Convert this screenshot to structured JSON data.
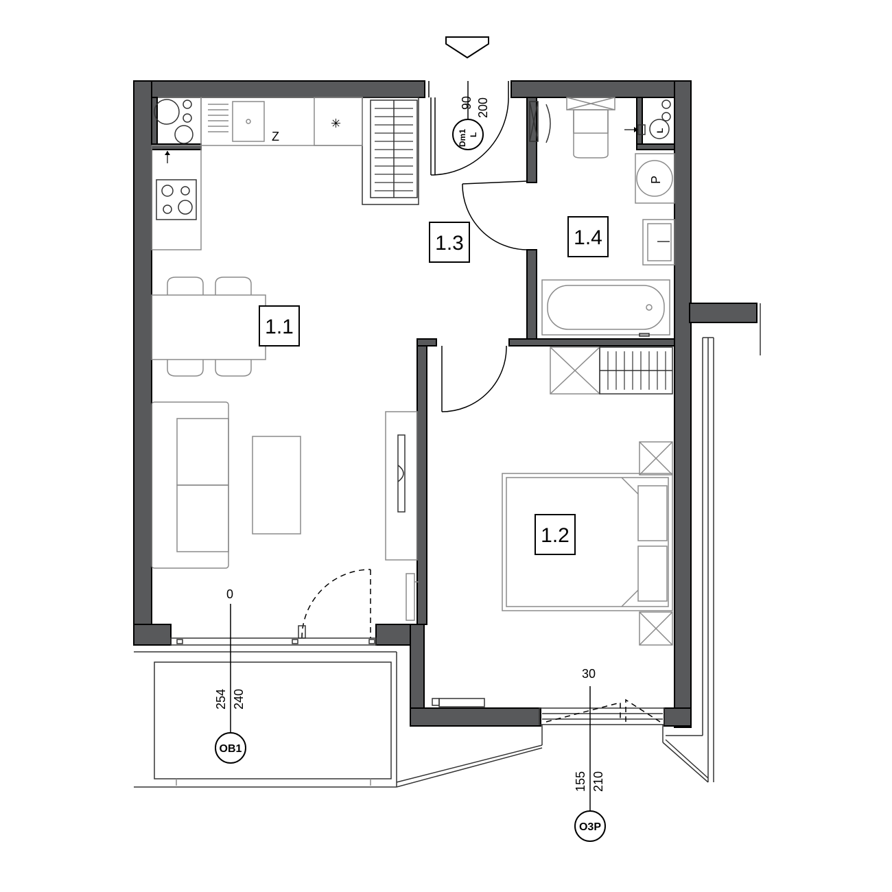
{
  "rooms": {
    "living": "1.1",
    "bedroom": "1.2",
    "hall": "1.3",
    "bathroom": "1.4"
  },
  "entrance_door": {
    "width": "90",
    "height": "200",
    "tag_code": "Dm1",
    "tag_side": "L"
  },
  "balcony_window": {
    "sill": "0",
    "width": "254",
    "height": "240",
    "tag": "OB1"
  },
  "bedroom_window": {
    "sill": "30",
    "width": "155",
    "height": "210",
    "tag": "O3P"
  },
  "fixtures": {
    "sink_mark": "Z",
    "washer_mark": "P",
    "boiler_mark": "L"
  },
  "colors": {
    "wall": "#58595b",
    "line": "#000000",
    "furniture": "#8a8a8a"
  }
}
